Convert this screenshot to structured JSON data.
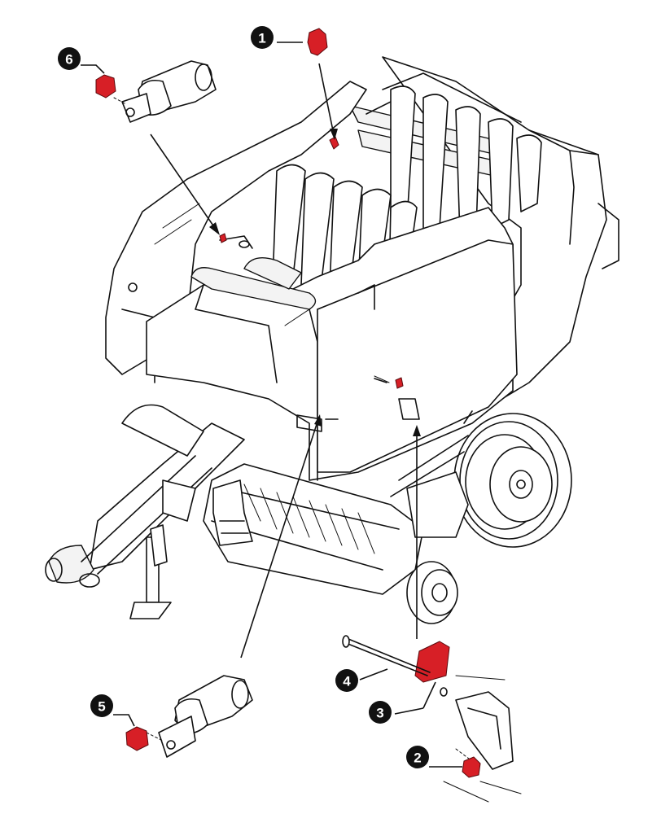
{
  "callouts": [
    {
      "id": "callout-1",
      "label": "1"
    },
    {
      "id": "callout-2",
      "label": "2"
    },
    {
      "id": "callout-3",
      "label": "3"
    },
    {
      "id": "callout-4",
      "label": "4"
    },
    {
      "id": "callout-5",
      "label": "5"
    },
    {
      "id": "callout-6",
      "label": "6"
    }
  ],
  "colors": {
    "highlight_part": "#d71f26",
    "callout_fill": "#111111",
    "line_art": "#111111",
    "background": "#ffffff"
  }
}
